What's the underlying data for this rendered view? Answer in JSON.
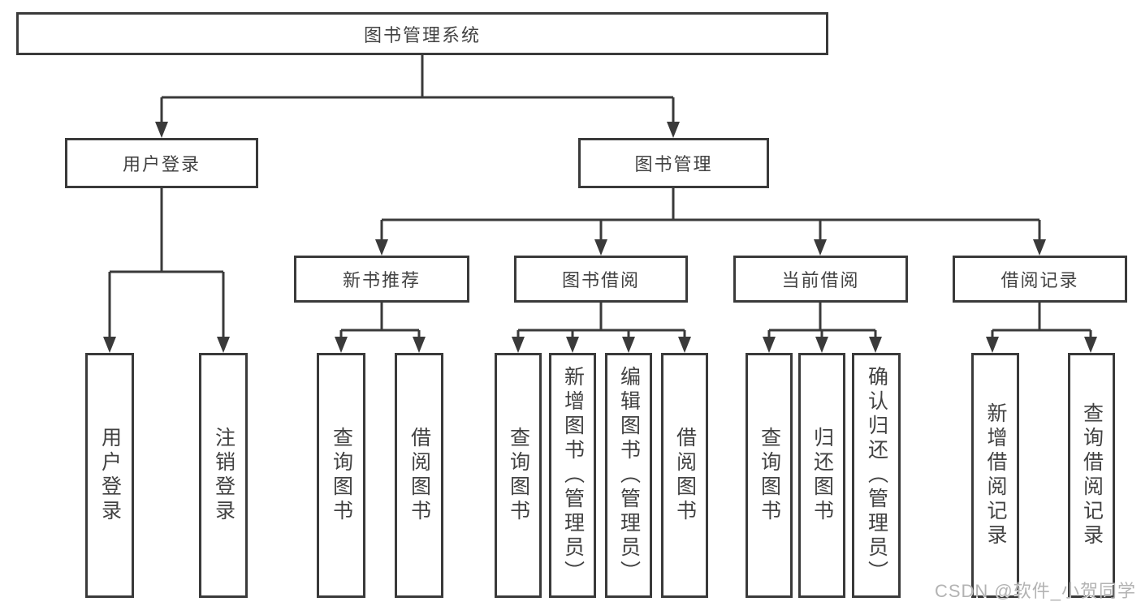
{
  "tree": {
    "root": {
      "label": "图书管理系统",
      "children": [
        {
          "label": "用户登录",
          "children": [
            {
              "label": "用户登录"
            },
            {
              "label": "注销登录"
            }
          ]
        },
        {
          "label": "图书管理",
          "children": [
            {
              "label": "新书推荐",
              "children": [
                {
                  "label": "查询图书"
                },
                {
                  "label": "借阅图书"
                }
              ]
            },
            {
              "label": "图书借阅",
              "children": [
                {
                  "label": "查询图书"
                },
                {
                  "label": "新增图书（管理员）"
                },
                {
                  "label": "编辑图书（管理员）"
                },
                {
                  "label": "借阅图书"
                }
              ]
            },
            {
              "label": "当前借阅",
              "children": [
                {
                  "label": "查询图书"
                },
                {
                  "label": "归还图书"
                },
                {
                  "label": "确认归还（管理员）"
                }
              ]
            },
            {
              "label": "借阅记录",
              "children": [
                {
                  "label": "新增借阅记录"
                },
                {
                  "label": "查询借阅记录"
                }
              ]
            }
          ]
        }
      ]
    }
  },
  "watermark": "CSDN @软件_小贺同学",
  "colors": {
    "line": "#3a3a3a",
    "text": "#424242",
    "watermark": "#b3b3b3",
    "background": "#ffffff"
  }
}
